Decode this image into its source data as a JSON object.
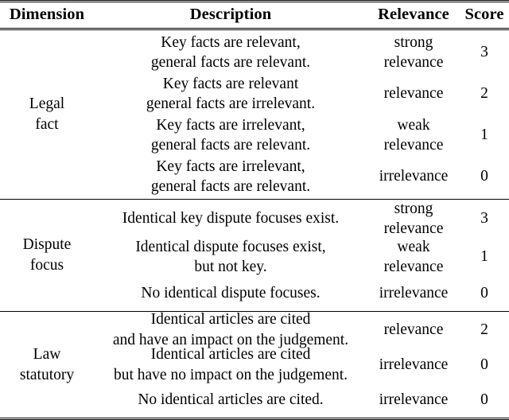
{
  "table": {
    "columns": [
      {
        "key": "dimension",
        "label": "Dimension"
      },
      {
        "key": "description",
        "label": "Description"
      },
      {
        "key": "relevance",
        "label": "Relevance"
      },
      {
        "key": "score",
        "label": "Score"
      }
    ],
    "sections": [
      {
        "dimension_lines": [
          "Legal",
          "fact"
        ],
        "rows": [
          {
            "description_lines": [
              "Key facts are relevant,",
              "general facts are relevant."
            ],
            "relevance_lines": [
              "strong",
              "relevance"
            ],
            "score": "3"
          },
          {
            "description_lines": [
              "Key facts are relevant",
              "general facts are irrelevant."
            ],
            "relevance_lines": [
              "relevance"
            ],
            "score": "2"
          },
          {
            "description_lines": [
              "Key facts are irrelevant,",
              "general facts are relevant."
            ],
            "relevance_lines": [
              "weak",
              "relevance"
            ],
            "score": "1"
          },
          {
            "description_lines": [
              "Key facts are irrelevant,",
              "general facts are relevant."
            ],
            "relevance_lines": [
              "irrelevance"
            ],
            "score": "0"
          }
        ]
      },
      {
        "dimension_lines": [
          "Dispute",
          "focus"
        ],
        "rows": [
          {
            "description_lines": [
              "Identical key dispute focuses exist."
            ],
            "relevance_lines": [
              "strong",
              "relevance"
            ],
            "score": "3"
          },
          {
            "description_lines": [
              "Identical dispute focuses exist,",
              "but not key."
            ],
            "relevance_lines": [
              "weak",
              "relevance"
            ],
            "score": "1"
          },
          {
            "description_lines": [
              "No identical dispute focuses."
            ],
            "relevance_lines": [
              "irrelevance"
            ],
            "score": "0"
          }
        ]
      },
      {
        "dimension_lines": [
          "Law",
          "statutory"
        ],
        "rows": [
          {
            "description_lines": [
              "Identical articles are cited",
              "and have an impact on the judgement."
            ],
            "relevance_lines": [
              "relevance"
            ],
            "score": "2"
          },
          {
            "description_lines": [
              "Identical articles are cited",
              "but have no impact on the judgement."
            ],
            "relevance_lines": [
              "irrelevance"
            ],
            "score": "0"
          },
          {
            "description_lines": [
              "No identical articles are cited."
            ],
            "relevance_lines": [
              "irrelevance"
            ],
            "score": "0"
          }
        ]
      }
    ]
  }
}
